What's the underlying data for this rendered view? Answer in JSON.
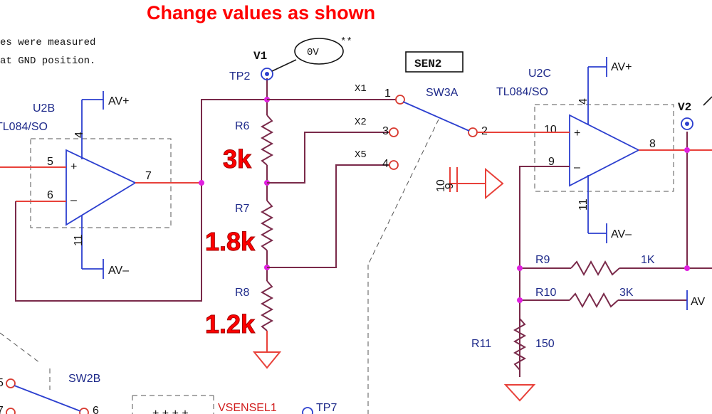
{
  "title": "Change values as shown",
  "note_lines": [
    "es were measured",
    "at GND position."
  ],
  "probes": {
    "v1": "V1",
    "tp2": "TP2",
    "v1_value": "0V",
    "v1_mark": "**",
    "v2": "V2",
    "tp7": "TP7"
  },
  "sen_label": "SEN2",
  "switch_a": {
    "name": "SW3A",
    "pin_common": "2",
    "x1_net": "X1",
    "x2_net": "X2",
    "x5_net": "X5",
    "pin1": "1",
    "pin3": "3",
    "pin4": "4"
  },
  "opamp_b": {
    "ref": "U2B",
    "part": "TL084/SO",
    "pin_plus": "5",
    "pin_minus": "6",
    "pin_out": "7",
    "pin_vcc": "4",
    "pin_vee": "11",
    "plus_sign": "+",
    "minus_sign": "–"
  },
  "opamp_c": {
    "ref": "U2C",
    "part": "TL084/SO",
    "pin_plus": "10",
    "pin_minus": "9",
    "pin_out": "8",
    "pin_vcc": "4",
    "pin_vee": "11",
    "plus_sign": "+",
    "minus_sign": "–"
  },
  "supplies": {
    "avp": "AV+",
    "avm": "AV–",
    "av_partial": "AV"
  },
  "resistors": {
    "r6": "R6",
    "r7": "R7",
    "r8": "R8",
    "r9": "R9",
    "r9_val": "1K",
    "r10": "R10",
    "r10_val": "3K",
    "r11": "R11",
    "r11_val": "150"
  },
  "new_values": {
    "r6": "3k",
    "r7": "1.8k",
    "r8": "1.2k"
  },
  "gnd_pins": {
    "p10": "10",
    "p9": "9"
  },
  "switch_b": {
    "name": "SW2B",
    "pin5": "5",
    "pin7": "7",
    "pin6": "6"
  },
  "vsensel": "VSENSEL1"
}
